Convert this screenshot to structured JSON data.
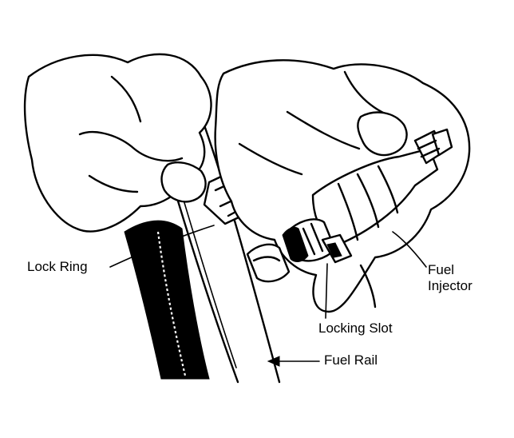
{
  "labels": {
    "lock_ring": "Lock Ring",
    "fuel_injector_line1": "Fuel",
    "fuel_injector_line2": "Injector",
    "locking_slot": "Locking Slot",
    "fuel_rail": "Fuel Rail"
  },
  "colors": {
    "ink": "#000000",
    "paper": "#ffffff"
  }
}
